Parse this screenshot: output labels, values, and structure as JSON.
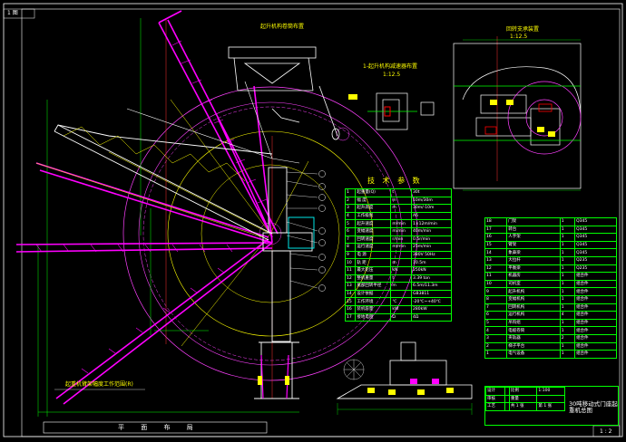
{
  "drawing": {
    "top_left_tag": "1 图",
    "bottom_right_tag": "1 : 2",
    "bottom_bar_label": "平 面 布 局",
    "track_note": "起重机臂架幅度工作范围(R)",
    "detail_a_title": "起升机构卷筒布置",
    "detail_b_title": "1-起升机构减速器布置",
    "detail_b_scale": "1:12.5",
    "detail_c_title": "回转支承装置",
    "detail_c_scale": "1:12.5",
    "drawing_title": "30吨移动式门座起重机总图",
    "colors": {
      "background": "#000000",
      "boom": "#ff00ff",
      "structure": "#ffffff",
      "dims": "#00ff00",
      "text": "#ffff00",
      "circles": "#ff40ff",
      "accent": "#00ffff"
    }
  },
  "spec_table": {
    "title": "技 术 参 数",
    "rows": [
      [
        "1",
        "起重量(Q)",
        "t",
        "30t"
      ],
      [
        "2",
        "幅 度",
        "m",
        "10m/30m"
      ],
      [
        "3",
        "起升高度",
        "m",
        "30m/-10m"
      ],
      [
        "4",
        "工作级别",
        "",
        "A6"
      ],
      [
        "5",
        "起升速度",
        "m/min",
        "1×12m/min"
      ],
      [
        "6",
        "变幅速度",
        "m/min",
        "40m/min"
      ],
      [
        "7",
        "回转速度",
        "r/min",
        "0.5r/min"
      ],
      [
        "8",
        "运行速度",
        "m/min",
        "25m/min"
      ],
      [
        "9",
        "电 源",
        "",
        "380V 50Hz"
      ],
      [
        "10",
        "轨 距",
        "m",
        "10.5m"
      ],
      [
        "11",
        "最大轮压",
        "kN",
        "250kN"
      ],
      [
        "12",
        "整机重量",
        "t",
        "3.39 ton"
      ],
      [
        "13",
        "尾部回转半径",
        "m",
        "6.5m/11.3m"
      ],
      [
        "14",
        "设计依据",
        "",
        "GB3811"
      ],
      [
        "15",
        "工作环境",
        "℃",
        "-20℃~+40℃"
      ],
      [
        "16",
        "装机容量",
        "kW",
        "280kW"
      ],
      [
        "17",
        "接地电阻",
        "Ω",
        "4Ω"
      ]
    ]
  },
  "bom_table": {
    "rows": [
      [
        "18",
        "门架",
        "1",
        "Q345"
      ],
      [
        "17",
        "转台",
        "1",
        "Q345"
      ],
      [
        "16",
        "人字架",
        "1",
        "Q345"
      ],
      [
        "15",
        "臂架",
        "1",
        "Q345"
      ],
      [
        "14",
        "象鼻梁",
        "1",
        "Q345"
      ],
      [
        "13",
        "大拉杆",
        "1",
        "Q235"
      ],
      [
        "12",
        "平衡梁",
        "1",
        "Q235"
      ],
      [
        "11",
        "机器房",
        "1",
        "组合件"
      ],
      [
        "10",
        "司机室",
        "1",
        "组合件"
      ],
      [
        "9",
        "起升机构",
        "1",
        "组合件"
      ],
      [
        "8",
        "变幅机构",
        "1",
        "组合件"
      ],
      [
        "7",
        "回转机构",
        "1",
        "组合件"
      ],
      [
        "6",
        "运行机构",
        "4",
        "组合件"
      ],
      [
        "5",
        "吊钩组",
        "1",
        "组合件"
      ],
      [
        "4",
        "电缆卷筒",
        "1",
        "组合件"
      ],
      [
        "3",
        "夹轨器",
        "2",
        "组合件"
      ],
      [
        "2",
        "梯子平台",
        "1",
        "组合件"
      ],
      [
        "1",
        "电气设备",
        "1",
        "组合件"
      ]
    ]
  },
  "title_block": {
    "rows": [
      [
        "设计",
        "",
        "比例",
        "1:100"
      ],
      [
        "审核",
        "",
        "重量",
        ""
      ],
      [
        "工艺",
        "",
        "共 1 张",
        "第 1 张"
      ]
    ]
  }
}
